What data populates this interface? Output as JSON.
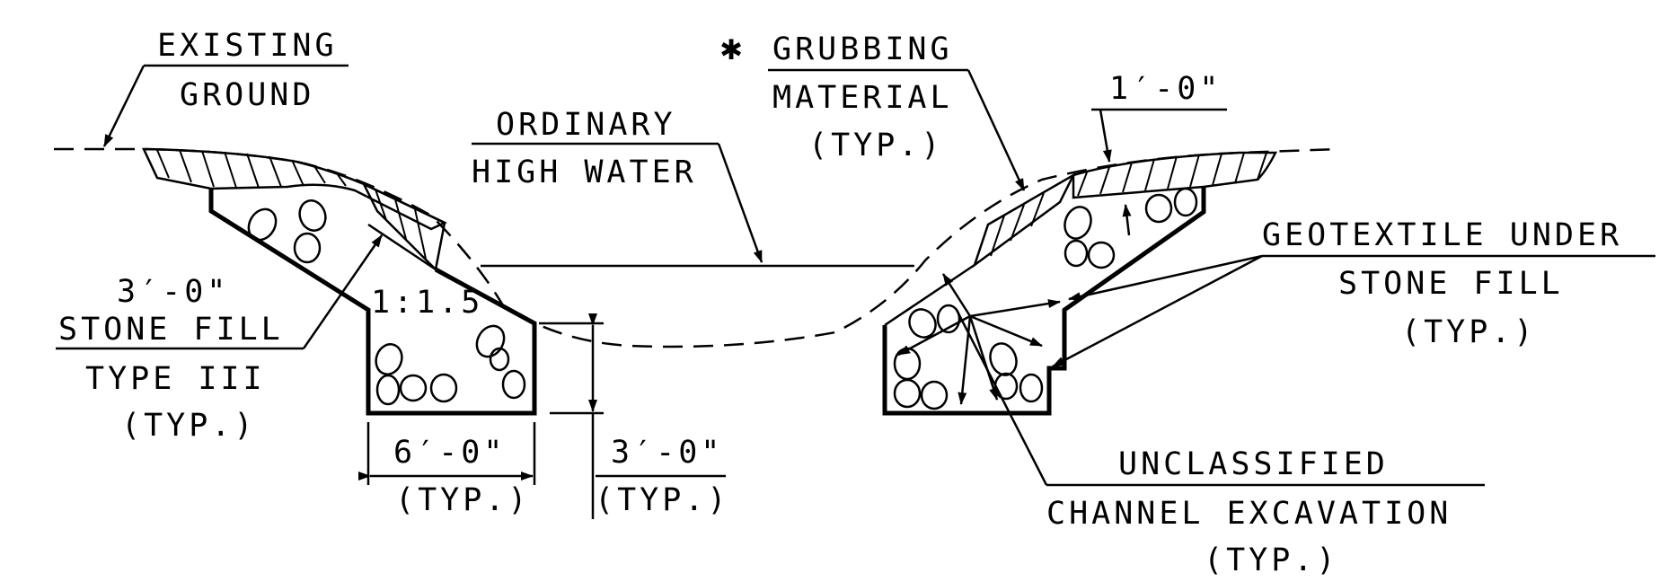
{
  "labels": {
    "existing_ground_1": "EXISTING",
    "existing_ground_2": "GROUND",
    "grubbing_1": "GRUBBING",
    "grubbing_2": "MATERIAL",
    "grubbing_3": "(TYP.)",
    "asterisk": "✱",
    "ordinary_1": "ORDINARY",
    "ordinary_2": "HIGH WATER",
    "one_ft": "1′-0\"",
    "geotextile_1": "GEOTEXTILE UNDER",
    "geotextile_2": "STONE FILL",
    "geotextile_3": "(TYP.)",
    "stone_fill_dim": "3′-0\"",
    "stone_fill_1": "STONE FILL",
    "stone_fill_2": "TYPE III",
    "stone_fill_3": "(TYP.)",
    "slope": "1:1.5",
    "width_dim": "6′-0\"",
    "width_typ": "(TYP.)",
    "depth_dim": "3′-0\"",
    "depth_typ": "(TYP.)",
    "unclassified_1": "UNCLASSIFIED",
    "unclassified_2": "CHANNEL EXCAVATION",
    "unclassified_3": "(TYP.)"
  }
}
